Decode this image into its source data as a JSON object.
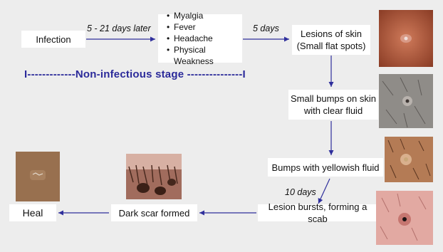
{
  "nodes": {
    "infection": "Infection",
    "symptoms": [
      "Myalgia",
      "Fever",
      "Headache",
      "Physical Weakness"
    ],
    "lesions_line1": "Lesions of skin",
    "lesions_line2": "(Small flat spots)",
    "bumps_line1": "Small bumps on skin",
    "bumps_line2": "with clear fluid",
    "yellow": "Bumps with yellowish fluid",
    "burst": "Lesion bursts, forming a scab",
    "scar": "Dark scar formed",
    "heal": "Heal"
  },
  "edges": {
    "infection_to_symptoms": "5 - 21 days later",
    "symptoms_to_lesions": "5 days",
    "yellow_to_burst": "10 days"
  },
  "stage_banner": "I-------------Non-infectious stage ---------------I",
  "colors": {
    "arrow": "#2f2f9c",
    "stage_text": "#2b2a9a",
    "background": "#ededed"
  }
}
